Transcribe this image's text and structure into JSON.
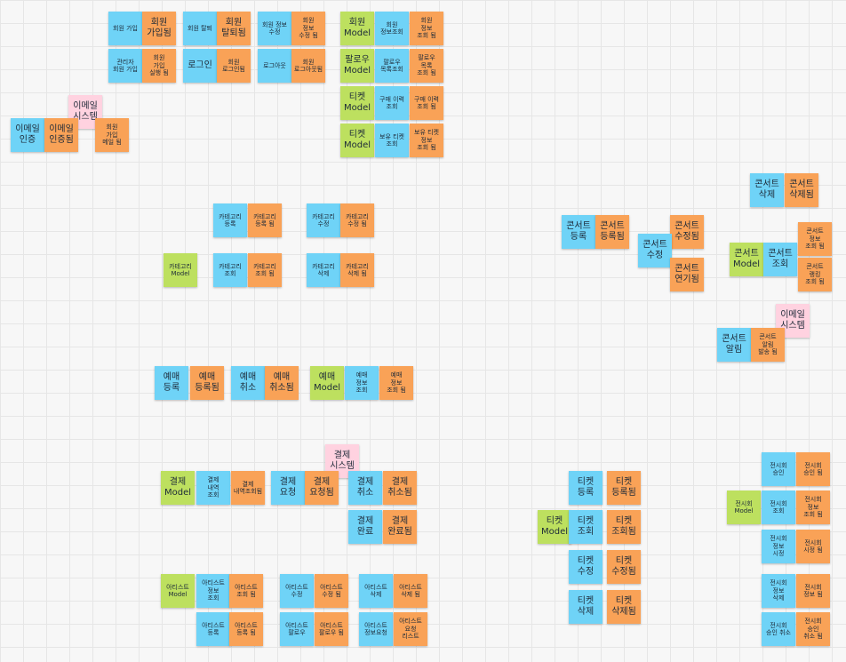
{
  "board": {
    "colors": {
      "command": "#6fd3f7",
      "event": "#f9a257",
      "model": "#bde05f",
      "system": "#ffd2e0",
      "grid": "#e6e6e6",
      "background": "#f7f7f7"
    },
    "notes": [
      {
        "text": "회원 가입",
        "color": "blue",
        "size": "small"
      },
      {
        "text": "회원\n가입됨",
        "color": "orange",
        "size": "big"
      },
      {
        "text": "회원 탈퇴",
        "color": "blue",
        "size": "small"
      },
      {
        "text": "회원\n탈퇴됨",
        "color": "orange",
        "size": "big"
      },
      {
        "text": "회원 정보\n수정",
        "color": "blue",
        "size": "small"
      },
      {
        "text": "회원\n정보\n수정 됨",
        "color": "orange",
        "size": "small"
      },
      {
        "text": "회원\nModel",
        "color": "green",
        "size": "big"
      },
      {
        "text": "회원\n정보조회",
        "color": "blue",
        "size": "small"
      },
      {
        "text": "회원\n정보\n조회 됨",
        "color": "orange",
        "size": "small"
      },
      {
        "text": "관리자\n회원 가입",
        "color": "blue",
        "size": "small"
      },
      {
        "text": "회원\n가입\n실행 됨",
        "color": "orange",
        "size": "small"
      },
      {
        "text": "로그인",
        "color": "blue",
        "size": "big"
      },
      {
        "text": "회원\n로그인됨",
        "color": "orange",
        "size": "small"
      },
      {
        "text": "로그아웃",
        "color": "blue",
        "size": "small"
      },
      {
        "text": "회원\n로그아웃됨",
        "color": "orange",
        "size": "small"
      },
      {
        "text": "팔로우\nModel",
        "color": "green",
        "size": "big"
      },
      {
        "text": "팔로우\n목록조회",
        "color": "blue",
        "size": "small"
      },
      {
        "text": "팔로우\n목록\n조회 됨",
        "color": "orange",
        "size": "small"
      },
      {
        "text": "이메일\n시스템",
        "color": "pink",
        "size": "big"
      },
      {
        "text": "티켓\nModel",
        "color": "green",
        "size": "big"
      },
      {
        "text": "구매 이력\n조회",
        "color": "blue",
        "size": "small"
      },
      {
        "text": "구매 이력\n조회 됨",
        "color": "orange",
        "size": "small"
      },
      {
        "text": "이메일\n인증",
        "color": "blue",
        "size": "big"
      },
      {
        "text": "이메일\n인증됨",
        "color": "orange",
        "size": "big"
      },
      {
        "text": "회원\n가입\n메일 됨",
        "color": "orange",
        "size": "small"
      },
      {
        "text": "티켓\nModel",
        "color": "green",
        "size": "big"
      },
      {
        "text": "보유 티켓\n조회",
        "color": "blue",
        "size": "small"
      },
      {
        "text": "보유 티켓\n정보\n조회 됨",
        "color": "orange",
        "size": "small"
      },
      {
        "text": "콘서트\n삭제",
        "color": "blue",
        "size": "big"
      },
      {
        "text": "콘서트\n삭제됨",
        "color": "orange",
        "size": "big"
      },
      {
        "text": "카테고리\n등록",
        "color": "blue",
        "size": "small"
      },
      {
        "text": "카테고리\n등록 됨",
        "color": "orange",
        "size": "small"
      },
      {
        "text": "카테고리\n수정",
        "color": "blue",
        "size": "small"
      },
      {
        "text": "카테고리\n수정 됨",
        "color": "orange",
        "size": "small"
      },
      {
        "text": "콘서트\n등록",
        "color": "blue",
        "size": "big"
      },
      {
        "text": "콘서트\n등록됨",
        "color": "orange",
        "size": "big"
      },
      {
        "text": "콘서트\n수정됨",
        "color": "orange",
        "size": "big"
      },
      {
        "text": "콘서트\n수정",
        "color": "blue",
        "size": "big"
      },
      {
        "text": "콘서트\nModel",
        "color": "green",
        "size": "big"
      },
      {
        "text": "콘서트\n조회",
        "color": "blue",
        "size": "big"
      },
      {
        "text": "콘서트\n정보\n조회 됨",
        "color": "orange",
        "size": "small"
      },
      {
        "text": "카테고리\nModel",
        "color": "green",
        "size": "small"
      },
      {
        "text": "카테고리\n조회",
        "color": "blue",
        "size": "small"
      },
      {
        "text": "카테고리\n조회 됨",
        "color": "orange",
        "size": "small"
      },
      {
        "text": "카테고리\n삭제",
        "color": "blue",
        "size": "small"
      },
      {
        "text": "카테고리\n삭제 됨",
        "color": "orange",
        "size": "small"
      },
      {
        "text": "콘서트\n연기됨",
        "color": "orange",
        "size": "big"
      },
      {
        "text": "콘서트\n랭킹\n조회 됨",
        "color": "orange",
        "size": "small"
      },
      {
        "text": "이메일\n시스템",
        "color": "pink",
        "size": "big"
      },
      {
        "text": "콘서트\n알림",
        "color": "blue",
        "size": "big"
      },
      {
        "text": "콘서트\n알림\n발송 됨",
        "color": "orange",
        "size": "small"
      },
      {
        "text": "예매\n등록",
        "color": "blue",
        "size": "big"
      },
      {
        "text": "예매\n등록됨",
        "color": "orange",
        "size": "big"
      },
      {
        "text": "예매\n취소",
        "color": "blue",
        "size": "big"
      },
      {
        "text": "예매\n취소됨",
        "color": "orange",
        "size": "big"
      },
      {
        "text": "예매\nModel",
        "color": "green",
        "size": "big"
      },
      {
        "text": "예매\n정보\n조회",
        "color": "blue",
        "size": "small"
      },
      {
        "text": "예매\n정보\n조회 됨",
        "color": "orange",
        "size": "small"
      },
      {
        "text": "결제\n시스템",
        "color": "pink",
        "size": "big"
      },
      {
        "text": "전시회\n승인",
        "color": "blue",
        "size": "small"
      },
      {
        "text": "전시회\n승인 됨",
        "color": "orange",
        "size": "small"
      },
      {
        "text": "결제\nModel",
        "color": "green",
        "size": "big"
      },
      {
        "text": "결제\n내역\n조회",
        "color": "blue",
        "size": "small"
      },
      {
        "text": "결제\n내역조회됨",
        "color": "orange",
        "size": "small"
      },
      {
        "text": "결제\n요청",
        "color": "blue",
        "size": "big"
      },
      {
        "text": "결제\n요청됨",
        "color": "orange",
        "size": "big"
      },
      {
        "text": "결제\n취소",
        "color": "blue",
        "size": "big"
      },
      {
        "text": "결제\n취소됨",
        "color": "orange",
        "size": "big"
      },
      {
        "text": "티켓\n등록",
        "color": "blue",
        "size": "big"
      },
      {
        "text": "티켓\n등록됨",
        "color": "orange",
        "size": "big"
      },
      {
        "text": "전시회\nModel",
        "color": "green",
        "size": "small"
      },
      {
        "text": "전시회\n조회",
        "color": "blue",
        "size": "small"
      },
      {
        "text": "전시회\n정보\n조회 됨",
        "color": "orange",
        "size": "small"
      },
      {
        "text": "결제\n완료",
        "color": "blue",
        "size": "big"
      },
      {
        "text": "결제\n완료됨",
        "color": "orange",
        "size": "big"
      },
      {
        "text": "티켓\nModel",
        "color": "green",
        "size": "big"
      },
      {
        "text": "티켓\n조회",
        "color": "blue",
        "size": "big"
      },
      {
        "text": "티켓\n조회됨",
        "color": "orange",
        "size": "big"
      },
      {
        "text": "전시회\n정보\n시정",
        "color": "blue",
        "size": "small"
      },
      {
        "text": "전시회\n시정 됨",
        "color": "orange",
        "size": "small"
      },
      {
        "text": "티켓\n수정",
        "color": "blue",
        "size": "big"
      },
      {
        "text": "티켓\n수정됨",
        "color": "orange",
        "size": "big"
      },
      {
        "text": "아티스트\nModel",
        "color": "green",
        "size": "small"
      },
      {
        "text": "아티스트\n정보\n조회",
        "color": "blue",
        "size": "small"
      },
      {
        "text": "아티스트\n조회 됨",
        "color": "orange",
        "size": "small"
      },
      {
        "text": "아티스트\n수정",
        "color": "blue",
        "size": "small"
      },
      {
        "text": "아티스트\n수정 됨",
        "color": "orange",
        "size": "small"
      },
      {
        "text": "아티스트\n삭제",
        "color": "blue",
        "size": "small"
      },
      {
        "text": "아티스트\n삭제 됨",
        "color": "orange",
        "size": "small"
      },
      {
        "text": "전시회\n정보\n삭제",
        "color": "blue",
        "size": "small"
      },
      {
        "text": "전시회\n정보 됨",
        "color": "orange",
        "size": "small"
      },
      {
        "text": "아티스트\n등록",
        "color": "blue",
        "size": "small"
      },
      {
        "text": "아티스트\n등록 됨",
        "color": "orange",
        "size": "small"
      },
      {
        "text": "아티스트\n팔로우",
        "color": "blue",
        "size": "small"
      },
      {
        "text": "아티스트\n팔로우 됨",
        "color": "orange",
        "size": "small"
      },
      {
        "text": "아티스트\n정보요청",
        "color": "blue",
        "size": "small"
      },
      {
        "text": "아티스트\n요청\n리스트",
        "color": "orange",
        "size": "small"
      },
      {
        "text": "티켓\n삭제",
        "color": "blue",
        "size": "big"
      },
      {
        "text": "티켓\n삭제됨",
        "color": "orange",
        "size": "big"
      },
      {
        "text": "전시회\n승인 취소",
        "color": "blue",
        "size": "small"
      },
      {
        "text": "전시회\n승인\n취소 됨",
        "color": "orange",
        "size": "small"
      }
    ]
  }
}
